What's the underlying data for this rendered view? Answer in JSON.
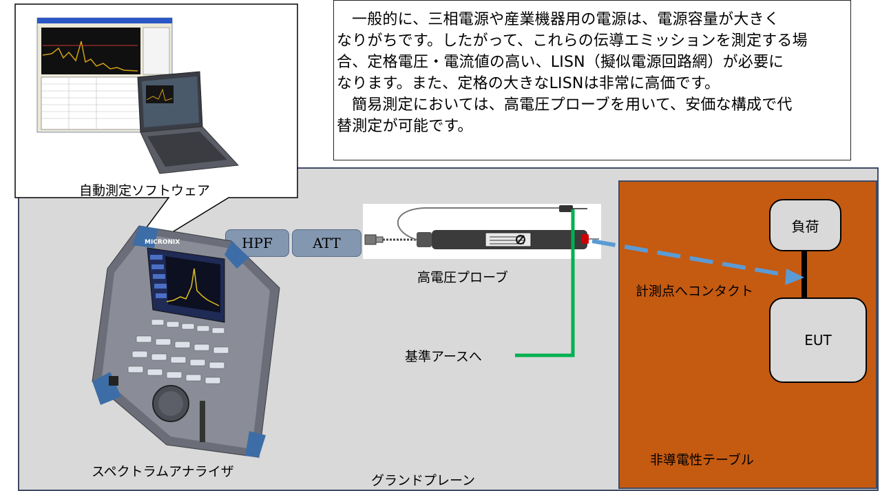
{
  "description": {
    "line1": "一般的に、三相電源や産業機器用の電源は、電源容量が大きく",
    "line2": "なりがちです。したがって、これらの伝導エミッションを測定する場",
    "line3": "合、定格電圧・電流値の高い、LISN（擬似電源回路網）が必要に",
    "line4": "なります。また、定格の大きなLISNは非常に高価です。",
    "line5": "簡易測定においては、高電圧プローブを用いて、安価な構成で代",
    "line6": "替測定が可能です。"
  },
  "callout": {
    "label": "自動測定ソフトウェア"
  },
  "components": {
    "hpf": "HPF",
    "att": "ATT",
    "probe_label": "高電圧プローブ",
    "ground_ref_label": "基準アースへ",
    "contact_label": "計測点へコンタクト",
    "analyzer_label": "スペクトラムアナライザ",
    "ground_plane_label": "グランドプレーン",
    "table_label": "非導電性テーブル",
    "load": "負荷",
    "eut": "EUT",
    "analyzer_brand": "MICRONIX"
  },
  "colors": {
    "ground_plane": "#d9d9d9",
    "table": "#c55a11",
    "filter_box": "#8497b0",
    "ground_wire": "#00b050",
    "contact_arrow": "#5b9bd5"
  }
}
